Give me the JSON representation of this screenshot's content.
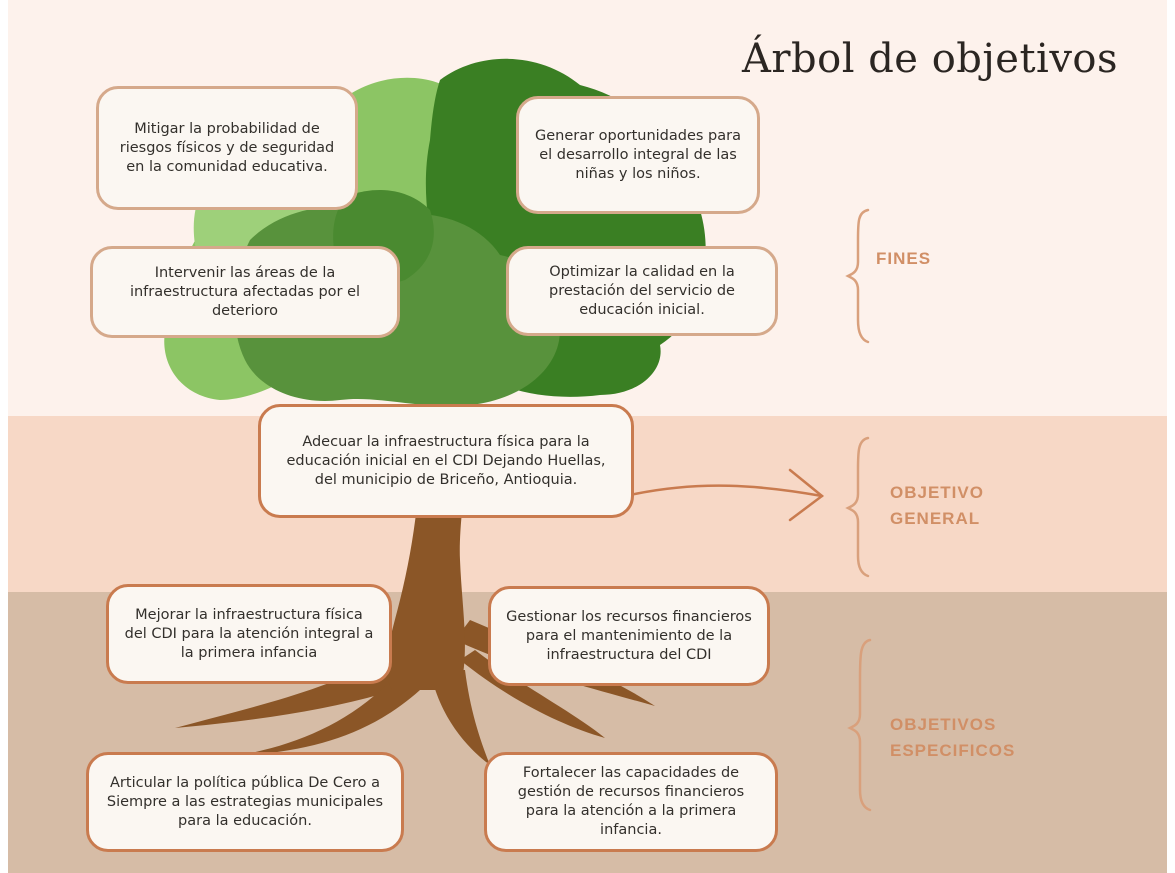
{
  "title": "Árbol de objetivos",
  "colors": {
    "band_top": "#fdf2ec",
    "band_mid": "#f7d8c6",
    "band_bot": "#d6bca6",
    "canopy_light": "#8cc564",
    "canopy_dark": "#3a7f23",
    "canopy_mid": "#58923c",
    "trunk": "#8b5627",
    "box_border_light": "#d5a98b",
    "box_border_dark": "#c97b4f",
    "label": "#d18f66"
  },
  "fines": {
    "label": "FINES",
    "boxes": [
      "Mitigar la probabilidad de riesgos físicos y de seguridad en la comunidad educativa.",
      "Generar oportunidades para el desarrollo integral de las niñas y los niños.",
      "Intervenir las áreas de la infraestructura afectadas por el deterioro",
      "Optimizar la calidad en la prestación del servicio de educación inicial."
    ]
  },
  "general": {
    "label_line1": "OBJETIVO",
    "label_line2": "GENERAL",
    "box": "Adecuar la infraestructura física para la educación inicial en el CDI Dejando Huellas, del municipio de Briceño, Antioquia."
  },
  "especificos": {
    "label_line1": "OBJETIVOS",
    "label_line2": "ESPECIFICOS",
    "boxes": [
      "Mejorar la  infraestructura física del CDI para la atención integral a  la primera infancia",
      "Gestionar los recursos financieros para el mantenimiento de la infraestructura del CDI",
      "Articular la política pública De Cero a Siempre a las estrategias municipales para la educación.",
      "Fortalecer las capacidades de gestión de recursos financieros para la atención a la primera infancia."
    ]
  }
}
